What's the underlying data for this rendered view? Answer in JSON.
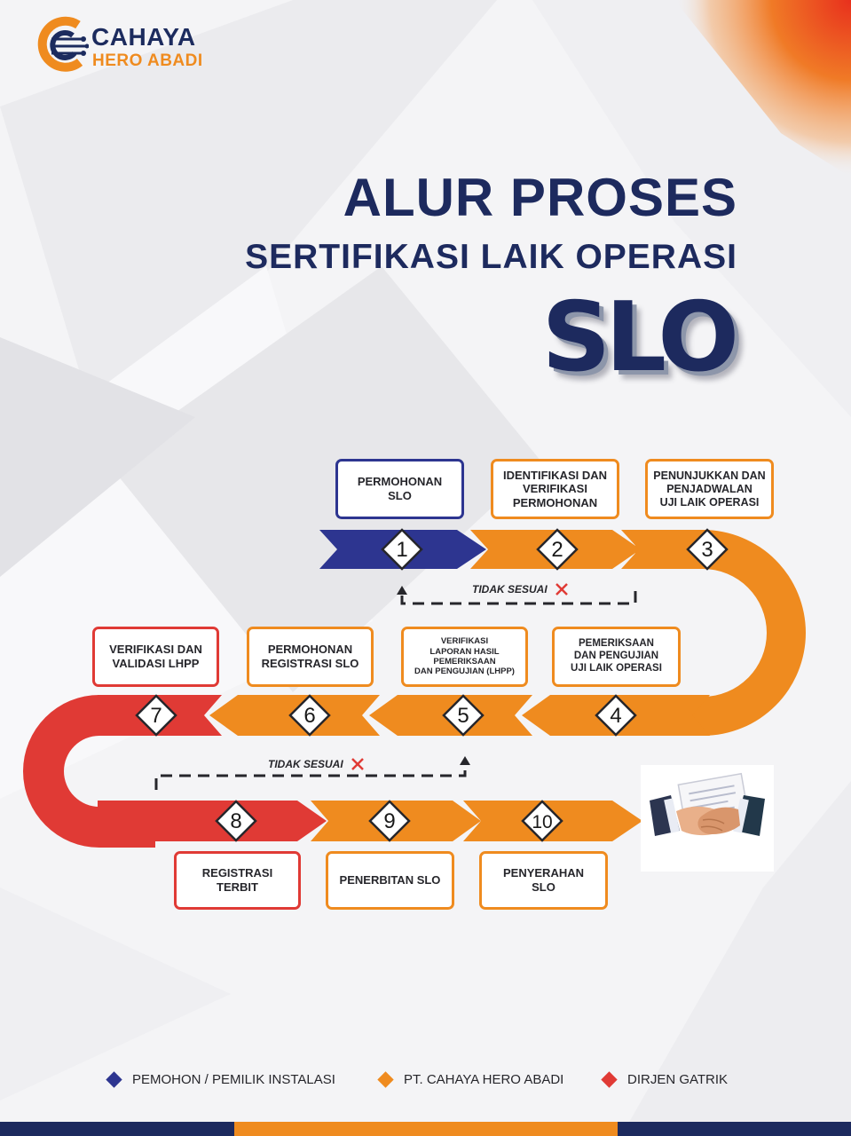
{
  "brand": {
    "line1": "CAHAYA",
    "line2": "HERO ABADI",
    "logo_icon": "c-circuit-logo-icon"
  },
  "title": {
    "line1": "ALUR PROSES",
    "line2": "SERTIFIKASI LAIK OPERASI",
    "line3": "SLO"
  },
  "colors": {
    "navy": "#2d3590",
    "orange": "#ef8b1f",
    "red": "#e03a35",
    "title": "#1d2a5e"
  },
  "steps": [
    {
      "number": "1",
      "label": "PERMOHONAN\nSLO",
      "actor": "pemohon"
    },
    {
      "number": "2",
      "label": "IDENTIFIKASI DAN\nVERIFIKASI\nPERMOHONAN",
      "actor": "cahaya"
    },
    {
      "number": "3",
      "label": "PENUNJUKKAN DAN\nPENJADWALAN\nUJI LAIK OPERASI",
      "actor": "cahaya"
    },
    {
      "number": "4",
      "label": "PEMERIKSAAN\nDAN PENGUJIAN\nUJI LAIK OPERASI",
      "actor": "cahaya"
    },
    {
      "number": "5",
      "label": "VERIFIKASI\nLAPORAN HASIL\nPEMERIKSAAN\nDAN PENGUJIAN (LHPP)",
      "actor": "cahaya"
    },
    {
      "number": "6",
      "label": "PERMOHONAN\nREGISTRASI SLO",
      "actor": "cahaya"
    },
    {
      "number": "7",
      "label": "VERIFIKASI DAN\nVALIDASI LHPP",
      "actor": "dirjen"
    },
    {
      "number": "8",
      "label": "REGISTRASI\nTERBIT",
      "actor": "dirjen"
    },
    {
      "number": "9",
      "label": "PENERBITAN SLO",
      "actor": "cahaya"
    },
    {
      "number": "10",
      "label": "PENYERAHAN\nSLO",
      "actor": "cahaya"
    }
  ],
  "loops": [
    {
      "label": "TIDAK SESUAI",
      "from_step": "2",
      "to_step": "1",
      "icon": "cross-icon"
    },
    {
      "label": "TIDAK SESUAI",
      "from_step": "7",
      "to_step": "5",
      "icon": "cross-icon"
    }
  ],
  "end_icon": "handshake-icon",
  "legend": [
    {
      "label": "PEMOHON / PEMILIK INSTALASI",
      "color": "#2d3590"
    },
    {
      "label": "PT. CAHAYA HERO ABADI",
      "color": "#ef8b1f"
    },
    {
      "label": "DIRJEN GATRIK",
      "color": "#e03a35"
    }
  ],
  "footer": {
    "colors": [
      "#1d2a5e",
      "#ef8b1f",
      "#1d2a5e"
    ]
  }
}
